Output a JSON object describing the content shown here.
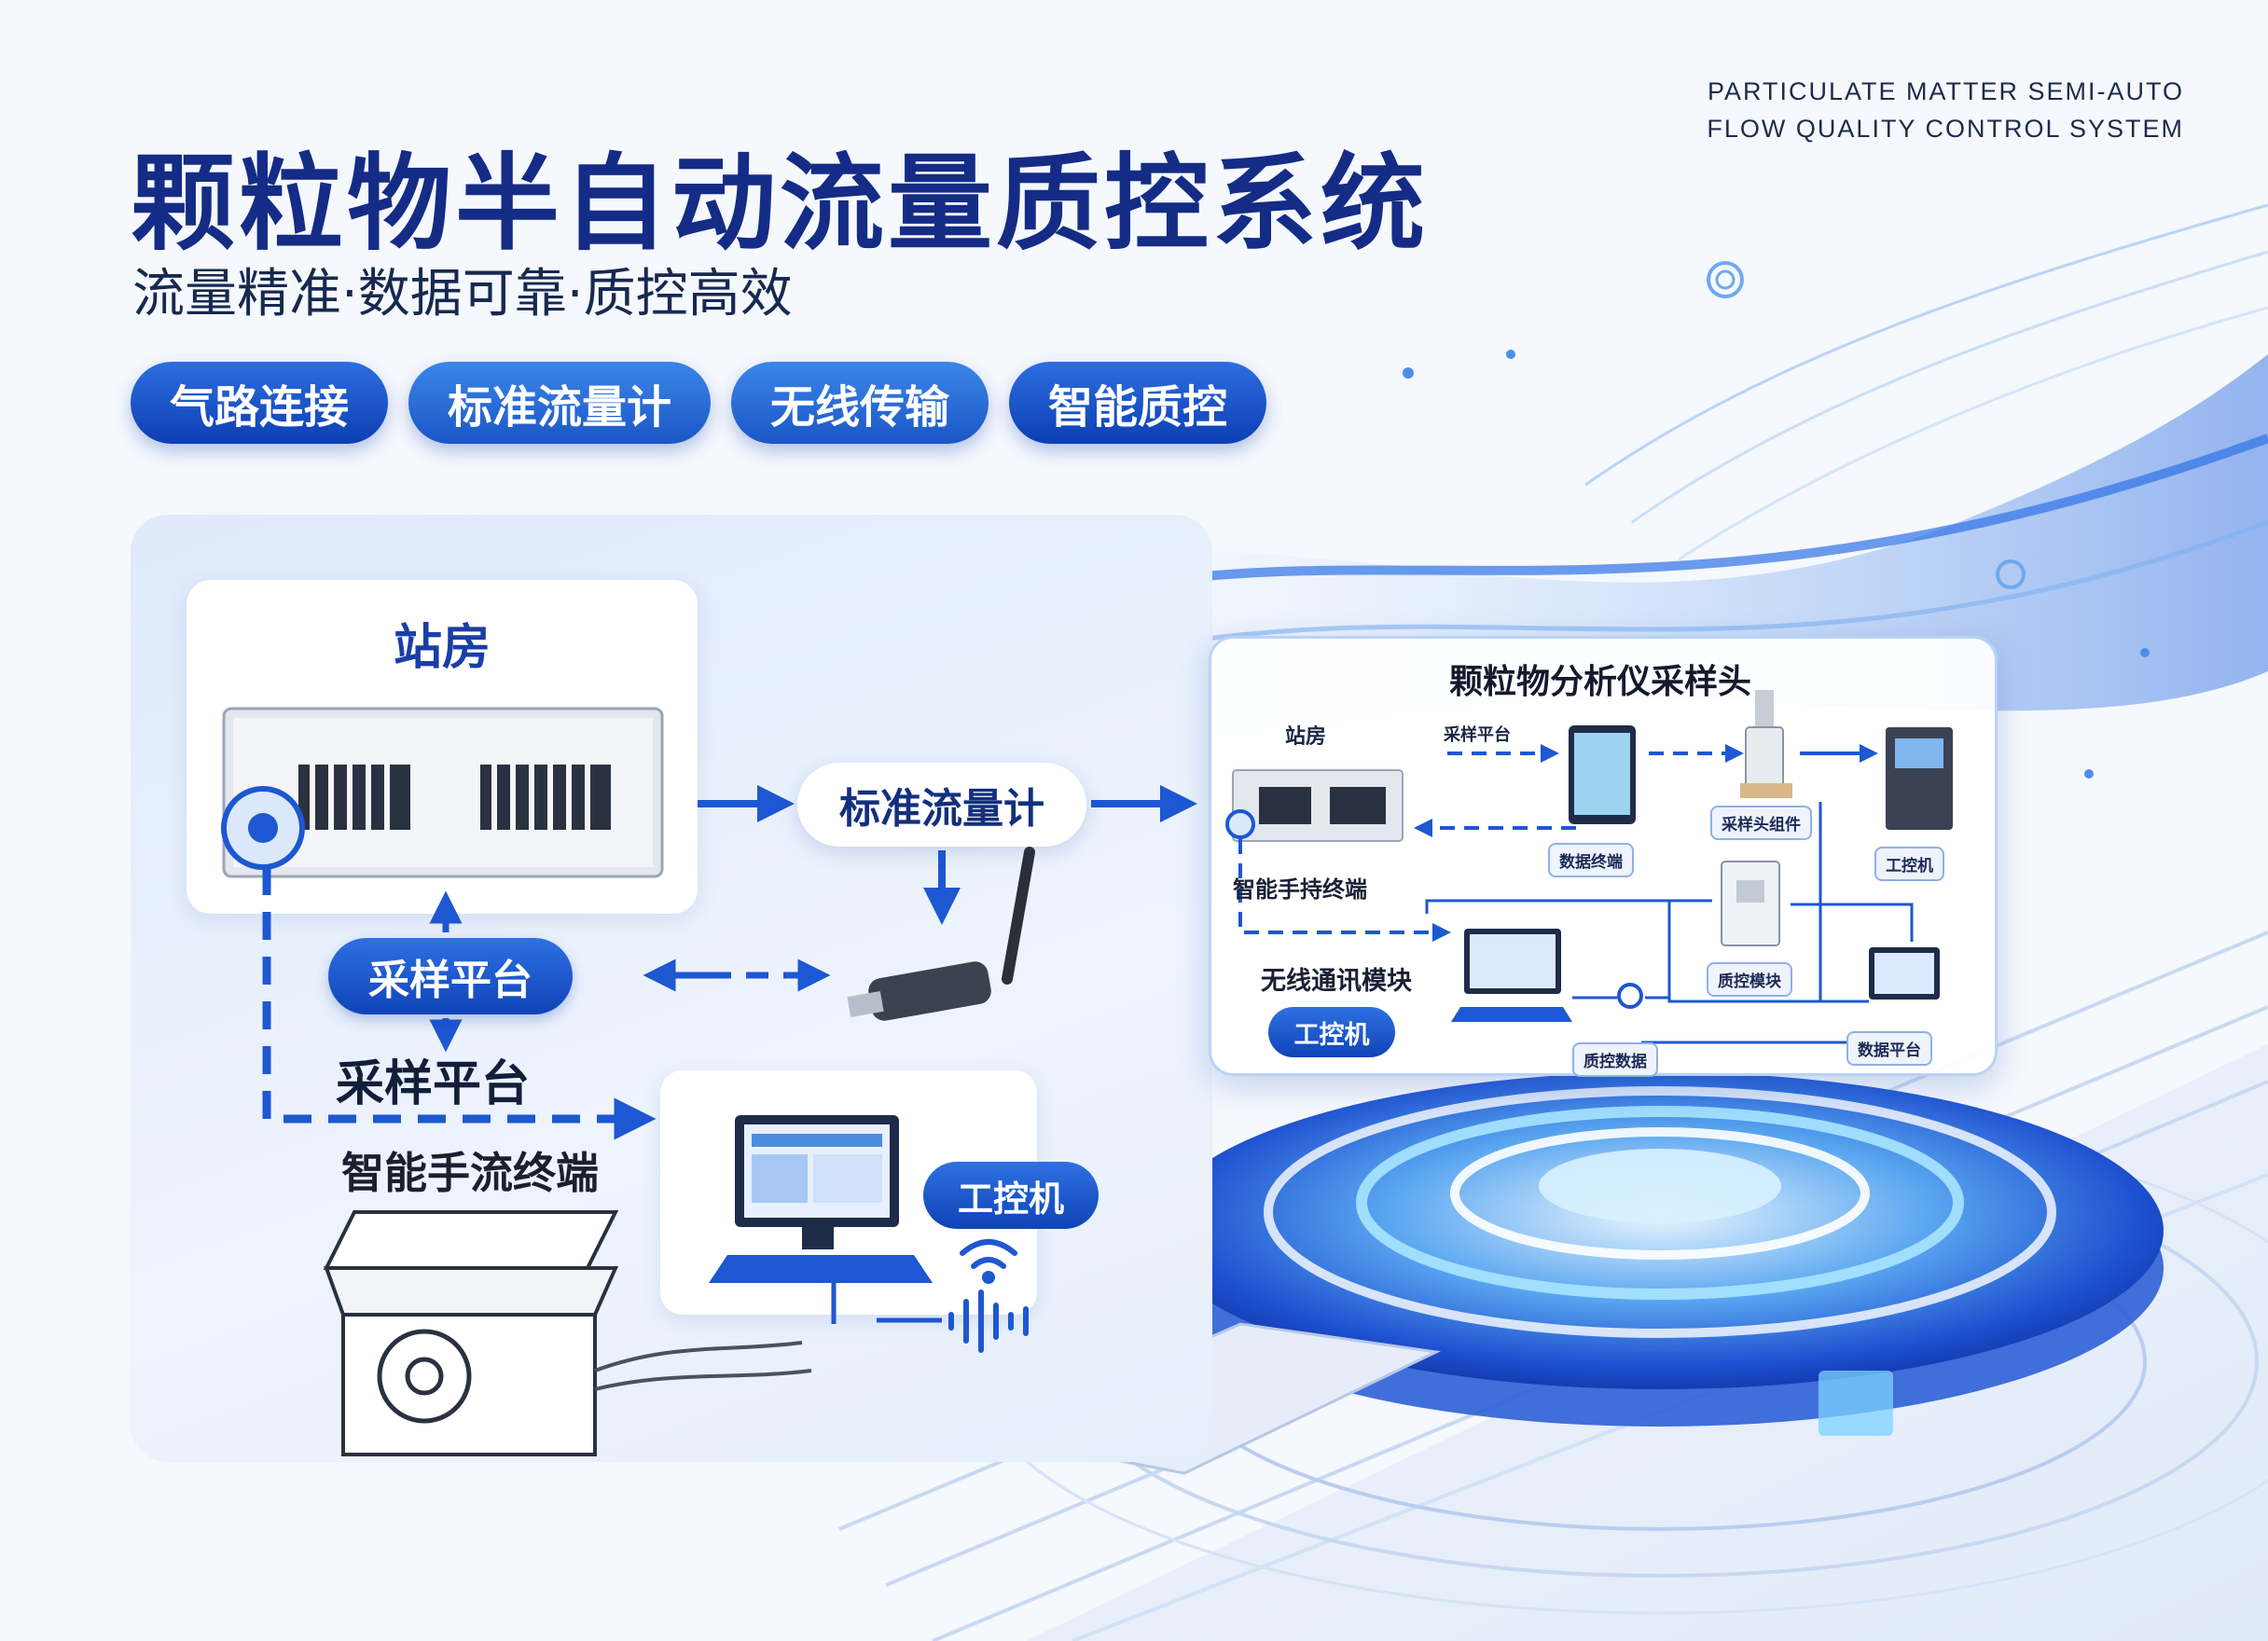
{
  "header": {
    "en_title_line1": "PARTICULATE MATTER SEMI-AUTO",
    "en_title_line2": "FLOW QUALITY CONTROL SYSTEM",
    "title": "颗粒物半自动流量质控系统",
    "subtitle": "流量精准·数据可靠·质控高效"
  },
  "features": [
    "气路连接",
    "标准流量计",
    "无线传输",
    "智能质控"
  ],
  "left_panel": {
    "station_title": "站房",
    "flowmeter_label": "标准流量计",
    "sampling_platform_pill": "采样平台",
    "sampling_platform_text": "采样平台",
    "handheld_terminal": "智能手流终端",
    "ipc_label": "工控机"
  },
  "right_panel": {
    "title": "颗粒物分析仪采样头",
    "station_label": "站房",
    "sampling_label": "采样平台",
    "handheld_label": "智能手持终端",
    "wireless_label": "无线通讯模块",
    "ipc_pill": "工控机",
    "tag_display": "数据终端",
    "tag_sampler": "采样头组件",
    "tag_analyzer": "工控机",
    "tag_module": "质控模块",
    "tag_center": "质控数据",
    "tag_platform": "数据平台"
  },
  "colors": {
    "primary": "#0d3fb4",
    "accent": "#2d6ee0",
    "title": "#142c86",
    "background": "#f3f7fd"
  }
}
